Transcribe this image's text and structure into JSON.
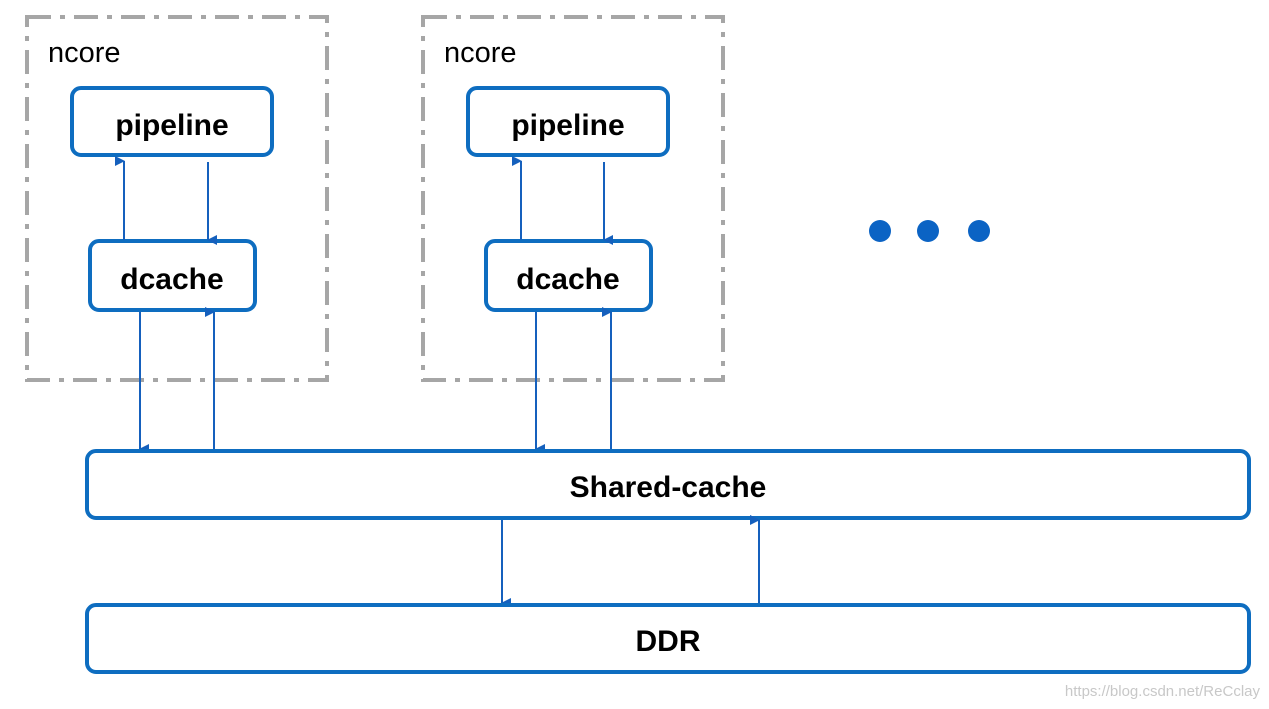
{
  "colors": {
    "box_border": "#0E6DC0",
    "arrow": "#1560BD",
    "group_border": "#A6A6A6",
    "dot": "#0B63C4"
  },
  "groups": [
    {
      "label": "ncore",
      "pipeline_label": "pipeline",
      "dcache_label": "dcache"
    },
    {
      "label": "ncore",
      "pipeline_label": "pipeline",
      "dcache_label": "dcache"
    }
  ],
  "shared_cache": {
    "label": "Shared-cache"
  },
  "ddr": {
    "label": "DDR"
  },
  "ellipsis_dots": 3,
  "watermark": "https://blog.csdn.net/ReCclay"
}
